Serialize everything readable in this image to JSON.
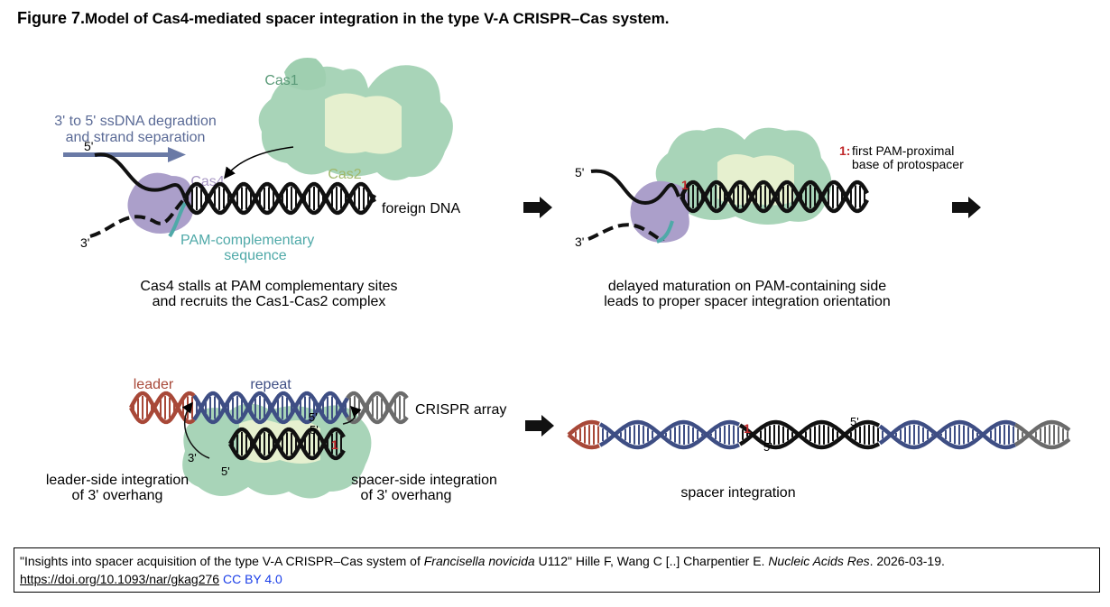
{
  "figure": {
    "label": "Figure 7.",
    "title": "Model of Cas4-mediated spacer integration in the type V-A CRISPR–Cas system."
  },
  "panel1": {
    "arrow_text_1": "3' to 5' ssDNA degradtion",
    "arrow_text_2": "and strand separation",
    "cas1": "Cas1",
    "cas2": "Cas2",
    "cas4": "Cas4",
    "five_prime": "5'",
    "three_prime": "3'",
    "foreign_dna": "foreign DNA",
    "pam_1": "PAM-complementary",
    "pam_2": "sequence",
    "caption_1": "Cas4 stalls at PAM complementary sites",
    "caption_2": "and recruits the Cas1-Cas2 complex"
  },
  "panel2": {
    "five_prime": "5'",
    "three_prime": "3'",
    "marker": "1",
    "legend_marker": "1:",
    "legend_1": "first PAM-proximal",
    "legend_2": "base of protospacer",
    "caption_1": "delayed maturation on PAM-containing side",
    "caption_2": "leads to proper spacer integration orientation"
  },
  "panel3": {
    "leader": "leader",
    "repeat": "repeat",
    "crispr_array": "CRISPR array",
    "three_prime_left": "3'",
    "five_prime_left": "5'",
    "five_prime_top": "5'",
    "five_prime_right": "5'",
    "marker": "1",
    "leader_caption_1": "leader-side integration",
    "leader_caption_2": "of 3' overhang",
    "spacer_caption_1": "spacer-side integration",
    "spacer_caption_2": "of 3' overhang"
  },
  "panel4": {
    "marker": "1",
    "five_prime_top": "5'",
    "five_prime_bottom": "5'",
    "caption": "spacer integration"
  },
  "citation": {
    "quote_open": "\"Insights into spacer acquisition of the type V-A CRISPR–Cas system of ",
    "species": "Francisella novicida",
    "quote_close": " U112\" Hille F, Wang C [..] Charpentier E. ",
    "journal": "Nucleic Acids Res",
    "date": ". 2026-03-19.",
    "doi": "https://doi.org/10.1093/nar/gkag276",
    "license": "CC BY 4.0"
  },
  "colors": {
    "cas1": "#9fcfb0",
    "cas2": "#e4efcc",
    "cas4": "#ab9fca",
    "pam": "#4fa9a8",
    "leader": "#a84838",
    "repeat": "#3e4e84",
    "spacer": "#111111",
    "array_end": "#6b6b6b",
    "marker": "#c0282a",
    "arrow_text": "#5a6a96"
  }
}
